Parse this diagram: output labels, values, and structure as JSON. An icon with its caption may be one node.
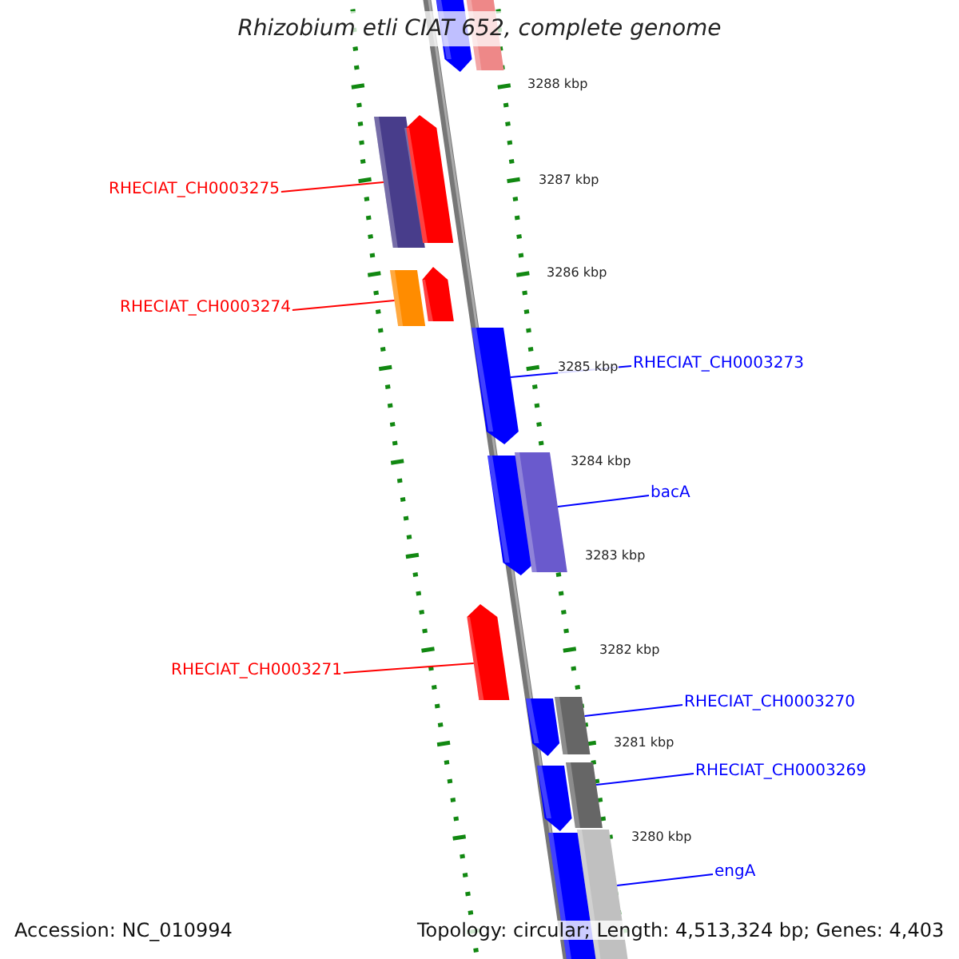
{
  "diagram": {
    "title": "Rhizobium etli CIAT 652, complete genome",
    "nodes": [
      {
        "text": [
          "RHECIAT_CH0003275"
        ]
      },
      {
        "text": [
          "RHECIAT_CH0003274"
        ]
      },
      {
        "text": [
          "RHECIAT_CH0003273"
        ]
      },
      {
        "text": [
          "bacA"
        ]
      },
      {
        "text": [
          "RHECIAT_CH0003271"
        ]
      },
      {
        "text": [
          "RHECIAT_CH0003270"
        ]
      },
      {
        "text": [
          "RHECIAT_CH0003269"
        ]
      },
      {
        "text": [
          "engA"
        ]
      },
      {
        "text": [],
        "shape": "bar"
      },
      {
        "text": [],
        "shape": "bar"
      },
      {
        "text": [],
        "shape": "bar"
      },
      {
        "text": [],
        "shape": "bar"
      },
      {
        "text": [],
        "shape": "bar"
      },
      {
        "text": [],
        "shape": "bar"
      },
      {
        "text": [],
        "shape": "bar"
      },
      {
        "text": [],
        "shape": "bar"
      },
      {
        "text": [],
        "shape": "bar"
      },
      {
        "text": [],
        "shape": "bar"
      },
      {
        "text": [],
        "shape": "bar"
      },
      {
        "text": [],
        "shape": "bar"
      },
      {
        "text": [],
        "shape": "bar"
      },
      {
        "text": [],
        "shape": "bar"
      },
      {
        "text": [],
        "shape": "bar"
      },
      {
        "text": [],
        "shape": "bar"
      }
    ],
    "edges": [
      {
        "from": 0,
        "to": 10,
        "arrow": "none",
        "color": "#ff0000"
      },
      {
        "from": 1,
        "to": 12,
        "arrow": "none",
        "color": "#ff0000"
      },
      {
        "from": 2,
        "to": 14,
        "arrow": "none"
      },
      {
        "from": 3,
        "to": 16,
        "arrow": "none"
      },
      {
        "from": 4,
        "to": 17,
        "arrow": "none",
        "color": "#ff0000"
      },
      {
        "from": 5,
        "to": 19,
        "arrow": "none"
      },
      {
        "from": 6,
        "to": 21,
        "arrow": "none"
      },
      {
        "from": 7,
        "to": 23,
        "arrow": "none"
      }
    ],
    "labels": [
      "3288 kbp",
      "3287 kbp",
      "3286 kbp",
      "3285 kbp",
      "3284 kbp",
      "3283 kbp",
      "3282 kbp",
      "3281 kbp",
      "3280 kbp",
      "Accession: NC_010994",
      "Topology: circular; Length: 4,513,324 bp; Genes: 4,403"
    ]
  }
}
